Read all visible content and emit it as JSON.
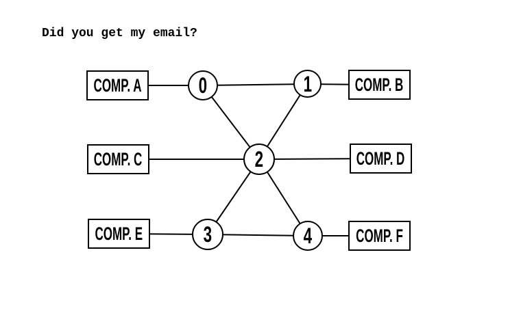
{
  "title": "Did you get my email?",
  "diagram": {
    "computers": [
      {
        "id": "A",
        "label": "COMP. A"
      },
      {
        "id": "B",
        "label": "COMP. B"
      },
      {
        "id": "C",
        "label": "COMP. C"
      },
      {
        "id": "D",
        "label": "COMP. D"
      },
      {
        "id": "E",
        "label": "COMP. E"
      },
      {
        "id": "F",
        "label": "COMP. F"
      }
    ],
    "nodes": [
      {
        "id": "0",
        "label": "0"
      },
      {
        "id": "1",
        "label": "1"
      },
      {
        "id": "2",
        "label": "2"
      },
      {
        "id": "3",
        "label": "3"
      },
      {
        "id": "4",
        "label": "4"
      }
    ],
    "edges": [
      [
        "COMP. A",
        "0"
      ],
      [
        "0",
        "1"
      ],
      [
        "1",
        "COMP. B"
      ],
      [
        "0",
        "2"
      ],
      [
        "1",
        "2"
      ],
      [
        "COMP. C",
        "2"
      ],
      [
        "2",
        "COMP. D"
      ],
      [
        "2",
        "3"
      ],
      [
        "2",
        "4"
      ],
      [
        "COMP. E",
        "3"
      ],
      [
        "3",
        "4"
      ],
      [
        "4",
        "COMP. F"
      ]
    ],
    "colors": {
      "stroke": "#000000",
      "fill": "#ffffff",
      "background": "#ffffff"
    }
  }
}
